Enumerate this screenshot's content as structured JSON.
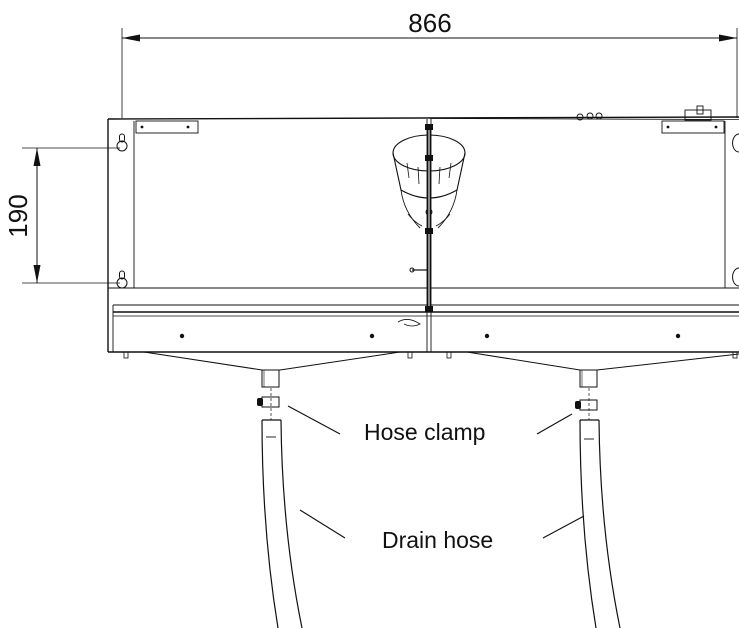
{
  "dimensions": {
    "width_label": "866",
    "height_label": "190"
  },
  "callouts": {
    "hose_clamp": "Hose clamp",
    "drain_hose": "Drain hose"
  }
}
